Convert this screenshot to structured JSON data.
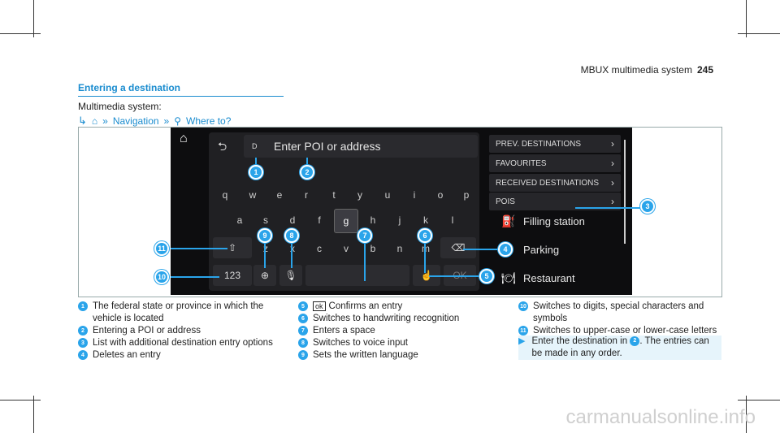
{
  "header": {
    "manual": "MBUX multimedia system",
    "page": "245"
  },
  "section": {
    "title": "Entering a destination",
    "intro": "Multimedia system:",
    "path": {
      "home_icon": "home-icon",
      "nav": "Navigation",
      "search_icon": "search-icon",
      "where": "Where to?"
    }
  },
  "screen": {
    "field_d": "D",
    "placeholder": "Enter POI or address",
    "rows": [
      [
        "q",
        "w",
        "e",
        "r",
        "t",
        "y",
        "u",
        "i",
        "o",
        "p"
      ],
      [
        "a",
        "s",
        "d",
        "f",
        "g",
        "h",
        "j",
        "k",
        "l"
      ],
      [
        "z",
        "x",
        "c",
        "v",
        "b",
        "n",
        "m"
      ]
    ],
    "num_key": "123",
    "ok_key": "OK",
    "menu": [
      "PREV. DESTINATIONS",
      "FAVOURITES",
      "RECEIVED DESTINATIONS",
      "POIS"
    ],
    "pois": [
      "Filling station",
      "Parking",
      "Restaurant"
    ]
  },
  "legend": {
    "col1": [
      {
        "n": "1",
        "t": "The federal state or province in which the vehicle is located"
      },
      {
        "n": "2",
        "t": "Entering a POI or address"
      },
      {
        "n": "3",
        "t": "List with additional destination entry options"
      },
      {
        "n": "4",
        "t": "Deletes an entry"
      }
    ],
    "col2": [
      {
        "n": "5",
        "ok": "ok",
        "t": "Confirms an entry"
      },
      {
        "n": "6",
        "t": "Switches to handwriting recognition"
      },
      {
        "n": "7",
        "t": "Enters a space"
      },
      {
        "n": "8",
        "t": "Switches to voice input"
      },
      {
        "n": "9",
        "t": "Sets the written language"
      }
    ],
    "col3": [
      {
        "n": "10",
        "t": "Switches to digits, special characters and symbols"
      },
      {
        "n": "11",
        "t": "Switches to upper-case or lower-case letters"
      }
    ],
    "note": {
      "a": "Enter the destination in ",
      "ref": "2",
      "b": ". The entries can be made in any order."
    }
  },
  "watermark": "carmanualsonline.info"
}
